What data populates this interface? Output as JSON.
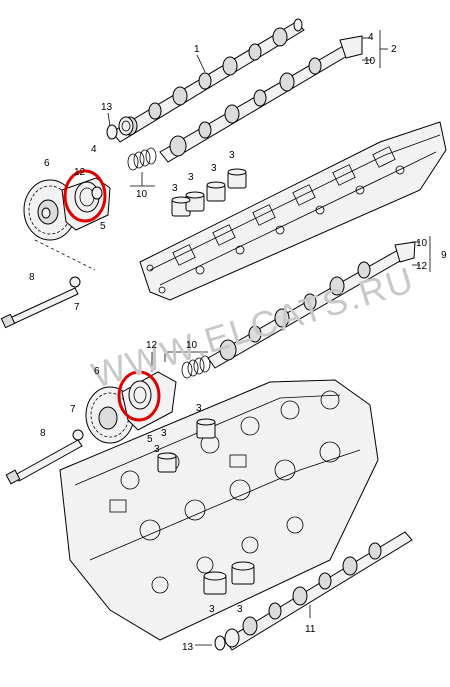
{
  "watermark": "WWW.ELCATS.RU",
  "highlight_color": "#e00000",
  "callouts": {
    "c1": "1",
    "c2": "2",
    "c4": "4",
    "c10a": "10",
    "c13a": "13",
    "c6a": "6",
    "c12a": "12",
    "c4b": "4",
    "c5a": "5",
    "c10b": "10",
    "c3a": "3",
    "c3b": "3",
    "c3c": "3",
    "c3d": "3",
    "c8a": "8",
    "c7a": "7",
    "c9": "9",
    "c10c": "10",
    "c12b": "12",
    "c12c": "12",
    "c10d": "10",
    "c6b": "6",
    "c7b": "7",
    "c5b": "5",
    "c8b": "8",
    "c3e": "3",
    "c3f": "3",
    "c3g": "3",
    "c3h": "3",
    "c3i": "3",
    "c11": "11",
    "c13b": "13"
  }
}
